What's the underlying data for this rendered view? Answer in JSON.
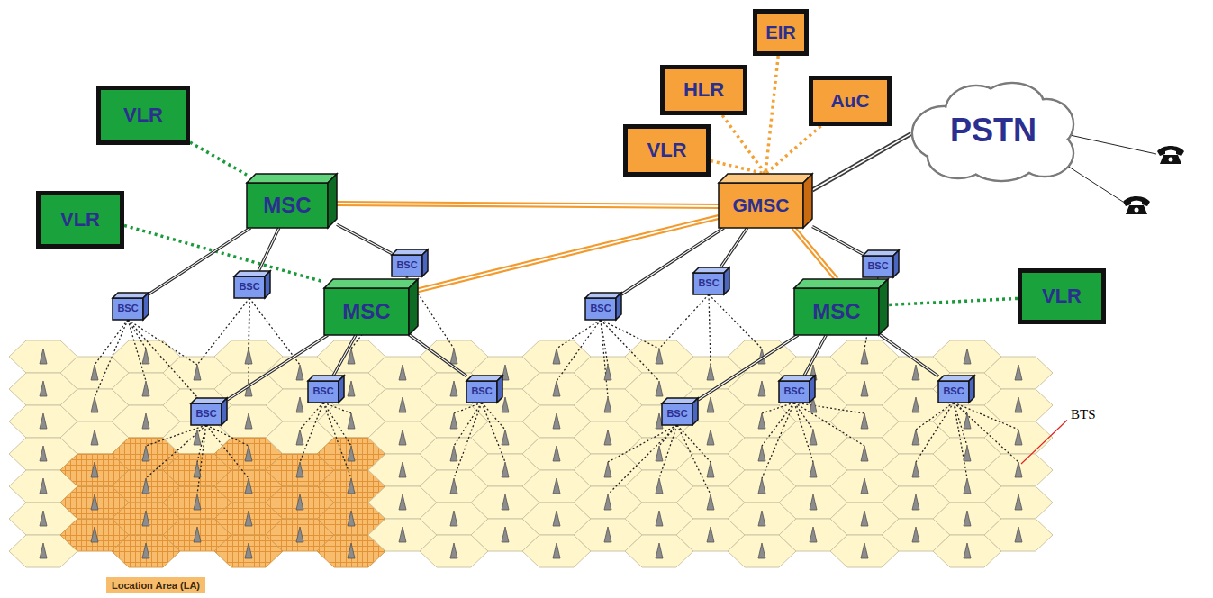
{
  "diagram": {
    "nodes": [
      {
        "text": [
          "EIR"
        ]
      },
      {
        "text": [
          "HLR"
        ]
      },
      {
        "text": [
          "AuC"
        ]
      },
      {
        "text": [
          "VLR"
        ]
      },
      {
        "text": [
          "VLR"
        ]
      },
      {
        "text": [
          "PSTN"
        ]
      },
      {
        "text": [
          "MSC"
        ]
      },
      {
        "text": [
          "GMSC"
        ]
      },
      {
        "text": [
          "VLR"
        ]
      },
      {
        "text": [
          "MSC"
        ]
      },
      {
        "text": [
          "MSC"
        ]
      },
      {
        "text": [
          "VLR"
        ]
      },
      {
        "text": [
          "BSC"
        ]
      },
      {
        "text": [
          "BSC"
        ]
      },
      {
        "text": [
          "BSC"
        ]
      },
      {
        "text": [
          "BSC"
        ]
      },
      {
        "text": [
          "BSC"
        ]
      },
      {
        "text": [
          "BSC"
        ]
      },
      {
        "text": [
          "BSC"
        ]
      },
      {
        "text": [
          "BSC"
        ]
      },
      {
        "text": [
          "BSC"
        ]
      },
      {
        "text": [
          "BSC"
        ]
      },
      {
        "text": [
          "BSC"
        ]
      },
      {
        "text": [
          "BSC"
        ]
      }
    ],
    "edges": [
      {
        "from": 4,
        "to": 6,
        "arrow": "none"
      },
      {
        "from": 8,
        "to": 9,
        "arrow": "none"
      },
      {
        "from": 11,
        "to": 10,
        "arrow": "none"
      },
      {
        "from": 6,
        "to": 7,
        "arrow": "none"
      },
      {
        "from": 9,
        "to": 7,
        "arrow": "none"
      },
      {
        "from": 10,
        "to": 7,
        "arrow": "none"
      },
      {
        "from": 7,
        "to": 5,
        "arrow": "none"
      },
      {
        "from": 0,
        "to": 7,
        "arrow": "none"
      },
      {
        "from": 1,
        "to": 7,
        "arrow": "none"
      },
      {
        "from": 2,
        "to": 7,
        "arrow": "none"
      },
      {
        "from": 3,
        "to": 7,
        "arrow": "none"
      },
      {
        "from": 6,
        "to": 16,
        "arrow": "none"
      },
      {
        "from": 6,
        "to": 12,
        "arrow": "none"
      },
      {
        "from": 6,
        "to": 13,
        "arrow": "none"
      },
      {
        "from": 9,
        "to": 22,
        "arrow": "none"
      },
      {
        "from": 9,
        "to": 18,
        "arrow": "none"
      },
      {
        "from": 9,
        "to": 19,
        "arrow": "none"
      },
      {
        "from": 7,
        "to": 17,
        "arrow": "none"
      },
      {
        "from": 7,
        "to": 14,
        "arrow": "none"
      },
      {
        "from": 7,
        "to": 15,
        "arrow": "none"
      },
      {
        "from": 10,
        "to": 23,
        "arrow": "none"
      },
      {
        "from": 10,
        "to": 20,
        "arrow": "none"
      },
      {
        "from": 10,
        "to": 21,
        "arrow": "none"
      }
    ],
    "labels": [
      "BTS",
      "Location Area (LA)"
    ]
  }
}
